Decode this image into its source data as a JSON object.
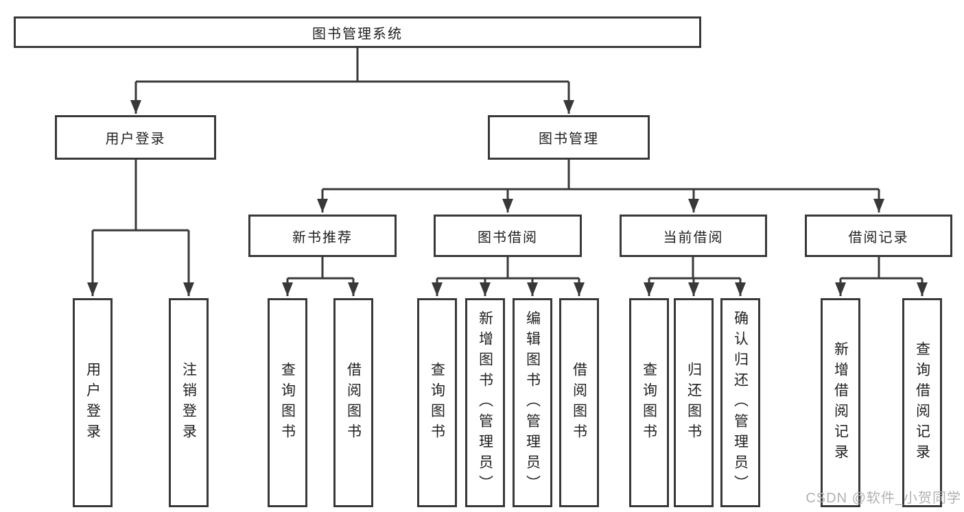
{
  "diagram": {
    "type": "tree",
    "root": {
      "label": "图书管理系统",
      "children": [
        {
          "label": "用户登录",
          "children": [
            {
              "label": "用户登录"
            },
            {
              "label": "注销登录"
            }
          ]
        },
        {
          "label": "图书管理",
          "children": [
            {
              "label": "新书推荐",
              "children": [
                {
                  "label": "查询图书"
                },
                {
                  "label": "借阅图书"
                }
              ]
            },
            {
              "label": "图书借阅",
              "children": [
                {
                  "label": "查询图书"
                },
                {
                  "label": "新增图书（管理员）"
                },
                {
                  "label": "编辑图书（管理员）"
                },
                {
                  "label": "借阅图书"
                }
              ]
            },
            {
              "label": "当前借阅",
              "children": [
                {
                  "label": "查询图书"
                },
                {
                  "label": "归还图书"
                },
                {
                  "label": "确认归还（管理员）"
                }
              ]
            },
            {
              "label": "借阅记录",
              "children": [
                {
                  "label": "新增借阅记录"
                },
                {
                  "label": "查询借阅记录"
                }
              ]
            }
          ]
        }
      ]
    },
    "colors": {
      "line": "#383838",
      "border": "#383838",
      "text": "#1f1f1f",
      "background": "#ffffff",
      "watermark": "#b3b0b0"
    }
  },
  "watermark": {
    "text": "CSDN @软件_小贺同学"
  }
}
